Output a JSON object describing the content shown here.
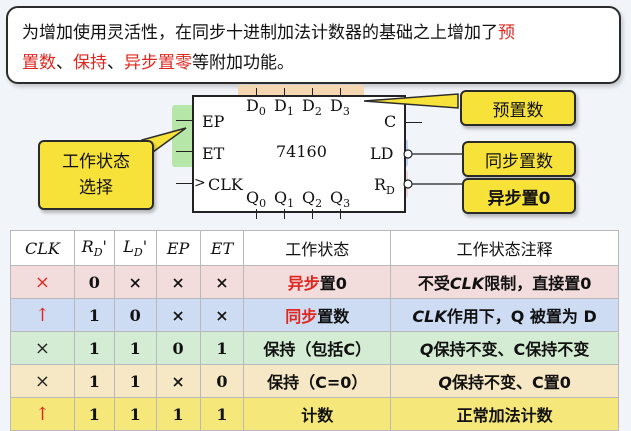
{
  "note": {
    "prefix": "为增加使用灵活性，在同步十进制加法计数器的基础之上增加了",
    "preset": "预",
    "line2_preset": "置数",
    "sep1": "、",
    "hold": "保持",
    "sep2": "、",
    "async_zero": "异步置零",
    "suffix": "等附加功能。"
  },
  "chip": {
    "name": "74160",
    "pin_ep": "EP",
    "pin_et": "ET",
    "pin_clk": "CLK",
    "pin_c": "C",
    "pin_ld": "LD",
    "pin_rd_main": "R",
    "pin_rd_sub": "D",
    "d_main": "D",
    "d_subs": [
      "0",
      "1",
      "2",
      "3"
    ],
    "q_main": "Q",
    "q_subs": [
      "0",
      "1",
      "2",
      "3"
    ]
  },
  "callouts": {
    "work_state_line1": "工作状态",
    "work_state_line2": "选择",
    "preset": "预置数",
    "sync_preset": "同步置数",
    "async_zero": "异步置0"
  },
  "table": {
    "headers": {
      "clk": "CLK",
      "rd_main": "R",
      "rd_sub": "D",
      "rd_prime": "'",
      "ld_main": "L",
      "ld_sub": "D",
      "ld_prime": "'",
      "ep": "EP",
      "et": "ET",
      "state": "工作状态",
      "note": "工作状态注释"
    },
    "rows": [
      {
        "bg": "#f3dcdc",
        "clk": "×",
        "clk_red": true,
        "rd": "0",
        "ld": "×",
        "ep": "×",
        "et": "×",
        "state_a": "异步",
        "state_b": "置0",
        "state_a_red": true,
        "note_a": "不受",
        "note_b": "CLK",
        "note_c": "限制，直接置0"
      },
      {
        "bg": "#cddcf3",
        "clk": "↑",
        "clk_red": true,
        "rd": "1",
        "ld": "0",
        "ep": "×",
        "et": "×",
        "state_a": "同步",
        "state_b": "置数",
        "state_a_red": true,
        "note_a": "",
        "note_b": "CLK",
        "note_c": "作用下，Q 被置为 D"
      },
      {
        "bg": "#d4ecd3",
        "clk": "×",
        "clk_red": false,
        "rd": "1",
        "ld": "1",
        "ep": "0",
        "et": "1",
        "state_a": "",
        "state_b": "保持（包括C）",
        "state_a_red": false,
        "note_a": "",
        "note_b": "Q",
        "note_c": "保持不变、C保持不变"
      },
      {
        "bg": "#f6e8c4",
        "clk": "×",
        "clk_red": false,
        "rd": "1",
        "ld": "1",
        "ep": "×",
        "et": "0",
        "state_a": "",
        "state_b": "保持（C=0）",
        "state_a_red": false,
        "note_a": "",
        "note_b": "Q",
        "note_c": "保持不变、C置0"
      },
      {
        "bg": "#f6e77a",
        "clk": "↑",
        "clk_red": true,
        "rd": "1",
        "ld": "1",
        "ep": "1",
        "et": "1",
        "state_a": "",
        "state_b": "计数",
        "state_a_red": false,
        "note_a": "",
        "note_b": "",
        "note_c": "正常加法计数"
      }
    ]
  },
  "colors": {
    "green_highlight": "#b6e6a8",
    "orange_highlight": "#f4d6b0",
    "blue_highlight": "#b9d4f2",
    "pink_highlight": "#f2d4d4",
    "callout_yellow": "#f7e23a",
    "accent_red": "#e0271f"
  }
}
